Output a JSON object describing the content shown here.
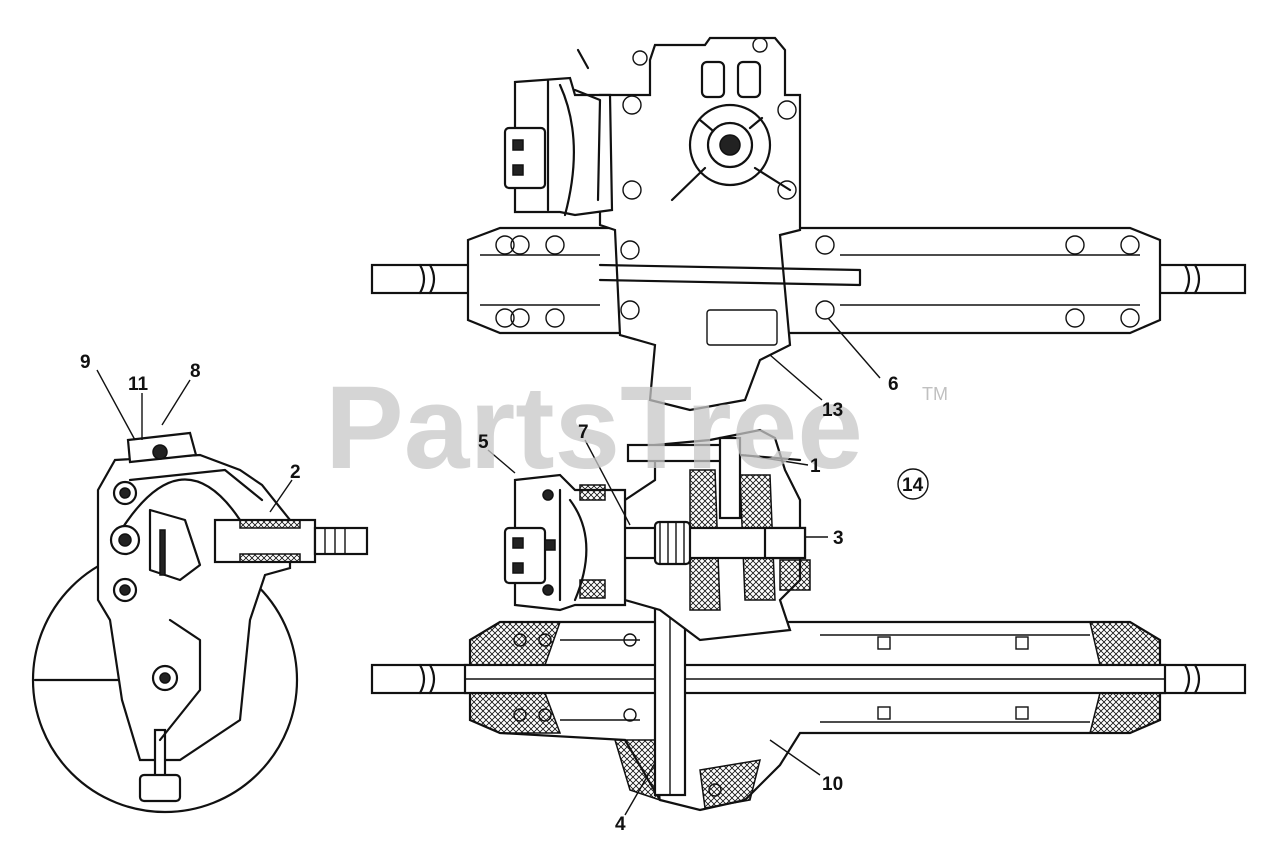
{
  "watermark": {
    "text": "PartsTree",
    "tm": "TM"
  },
  "callouts": {
    "c1": "1",
    "c2": "2",
    "c3": "3",
    "c4": "4",
    "c5": "5",
    "c6": "6",
    "c7": "7",
    "c8": "8",
    "c9": "9",
    "c10": "10",
    "c11": "11",
    "c13": "13",
    "c14": "14"
  },
  "colors": {
    "line": "#111111",
    "watermark": "#c8c8c8",
    "background": "#ffffff"
  }
}
